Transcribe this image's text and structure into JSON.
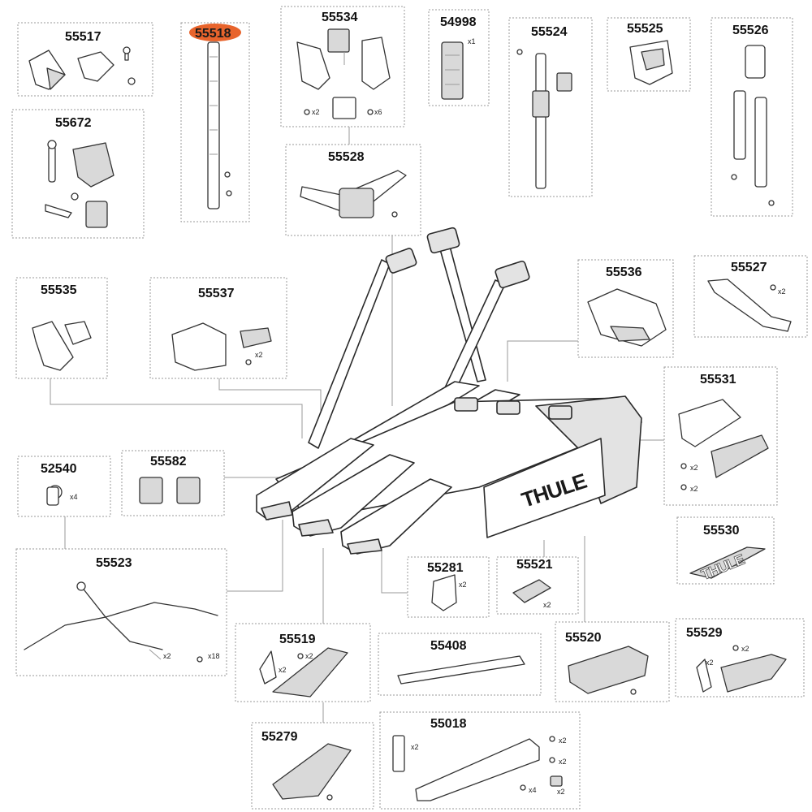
{
  "highlight_color": "#e8642c",
  "highlighted_part": "55518",
  "brand": "THULE",
  "parts": {
    "p55517": "55517",
    "p55518": "55518",
    "p55534": "55534",
    "p54998": "54998",
    "p55524": "55524",
    "p55525": "55525",
    "p55526": "55526",
    "p55672": "55672",
    "p55528": "55528",
    "p55535": "55535",
    "p55537": "55537",
    "p55536": "55536",
    "p55527": "55527",
    "p55531": "55531",
    "p52540": "52540",
    "p55582": "55582",
    "p55530": "55530",
    "p55523": "55523",
    "p55281": "55281",
    "p55521": "55521",
    "p55519": "55519",
    "p55408": "55408",
    "p55520": "55520",
    "p55529": "55529",
    "p55279": "55279",
    "p55018": "55018"
  },
  "quantities": {
    "q55534a": "x2",
    "q55534b": "x6",
    "q54998": "x1",
    "q55537": "x2",
    "q55527": "x2",
    "q55531a": "x2",
    "q55531b": "x2",
    "q52540": "x4",
    "q55523a": "x2",
    "q55523b": "x18",
    "q55281": "x2",
    "q55521": "x2",
    "q55519a": "x2",
    "q55519b": "x2",
    "q55529a": "x2",
    "q55529b": "x2",
    "q55018a": "x2",
    "q55018b": "x2",
    "q55018c": "x2",
    "q55018d": "x4",
    "q55018e": "x2"
  }
}
